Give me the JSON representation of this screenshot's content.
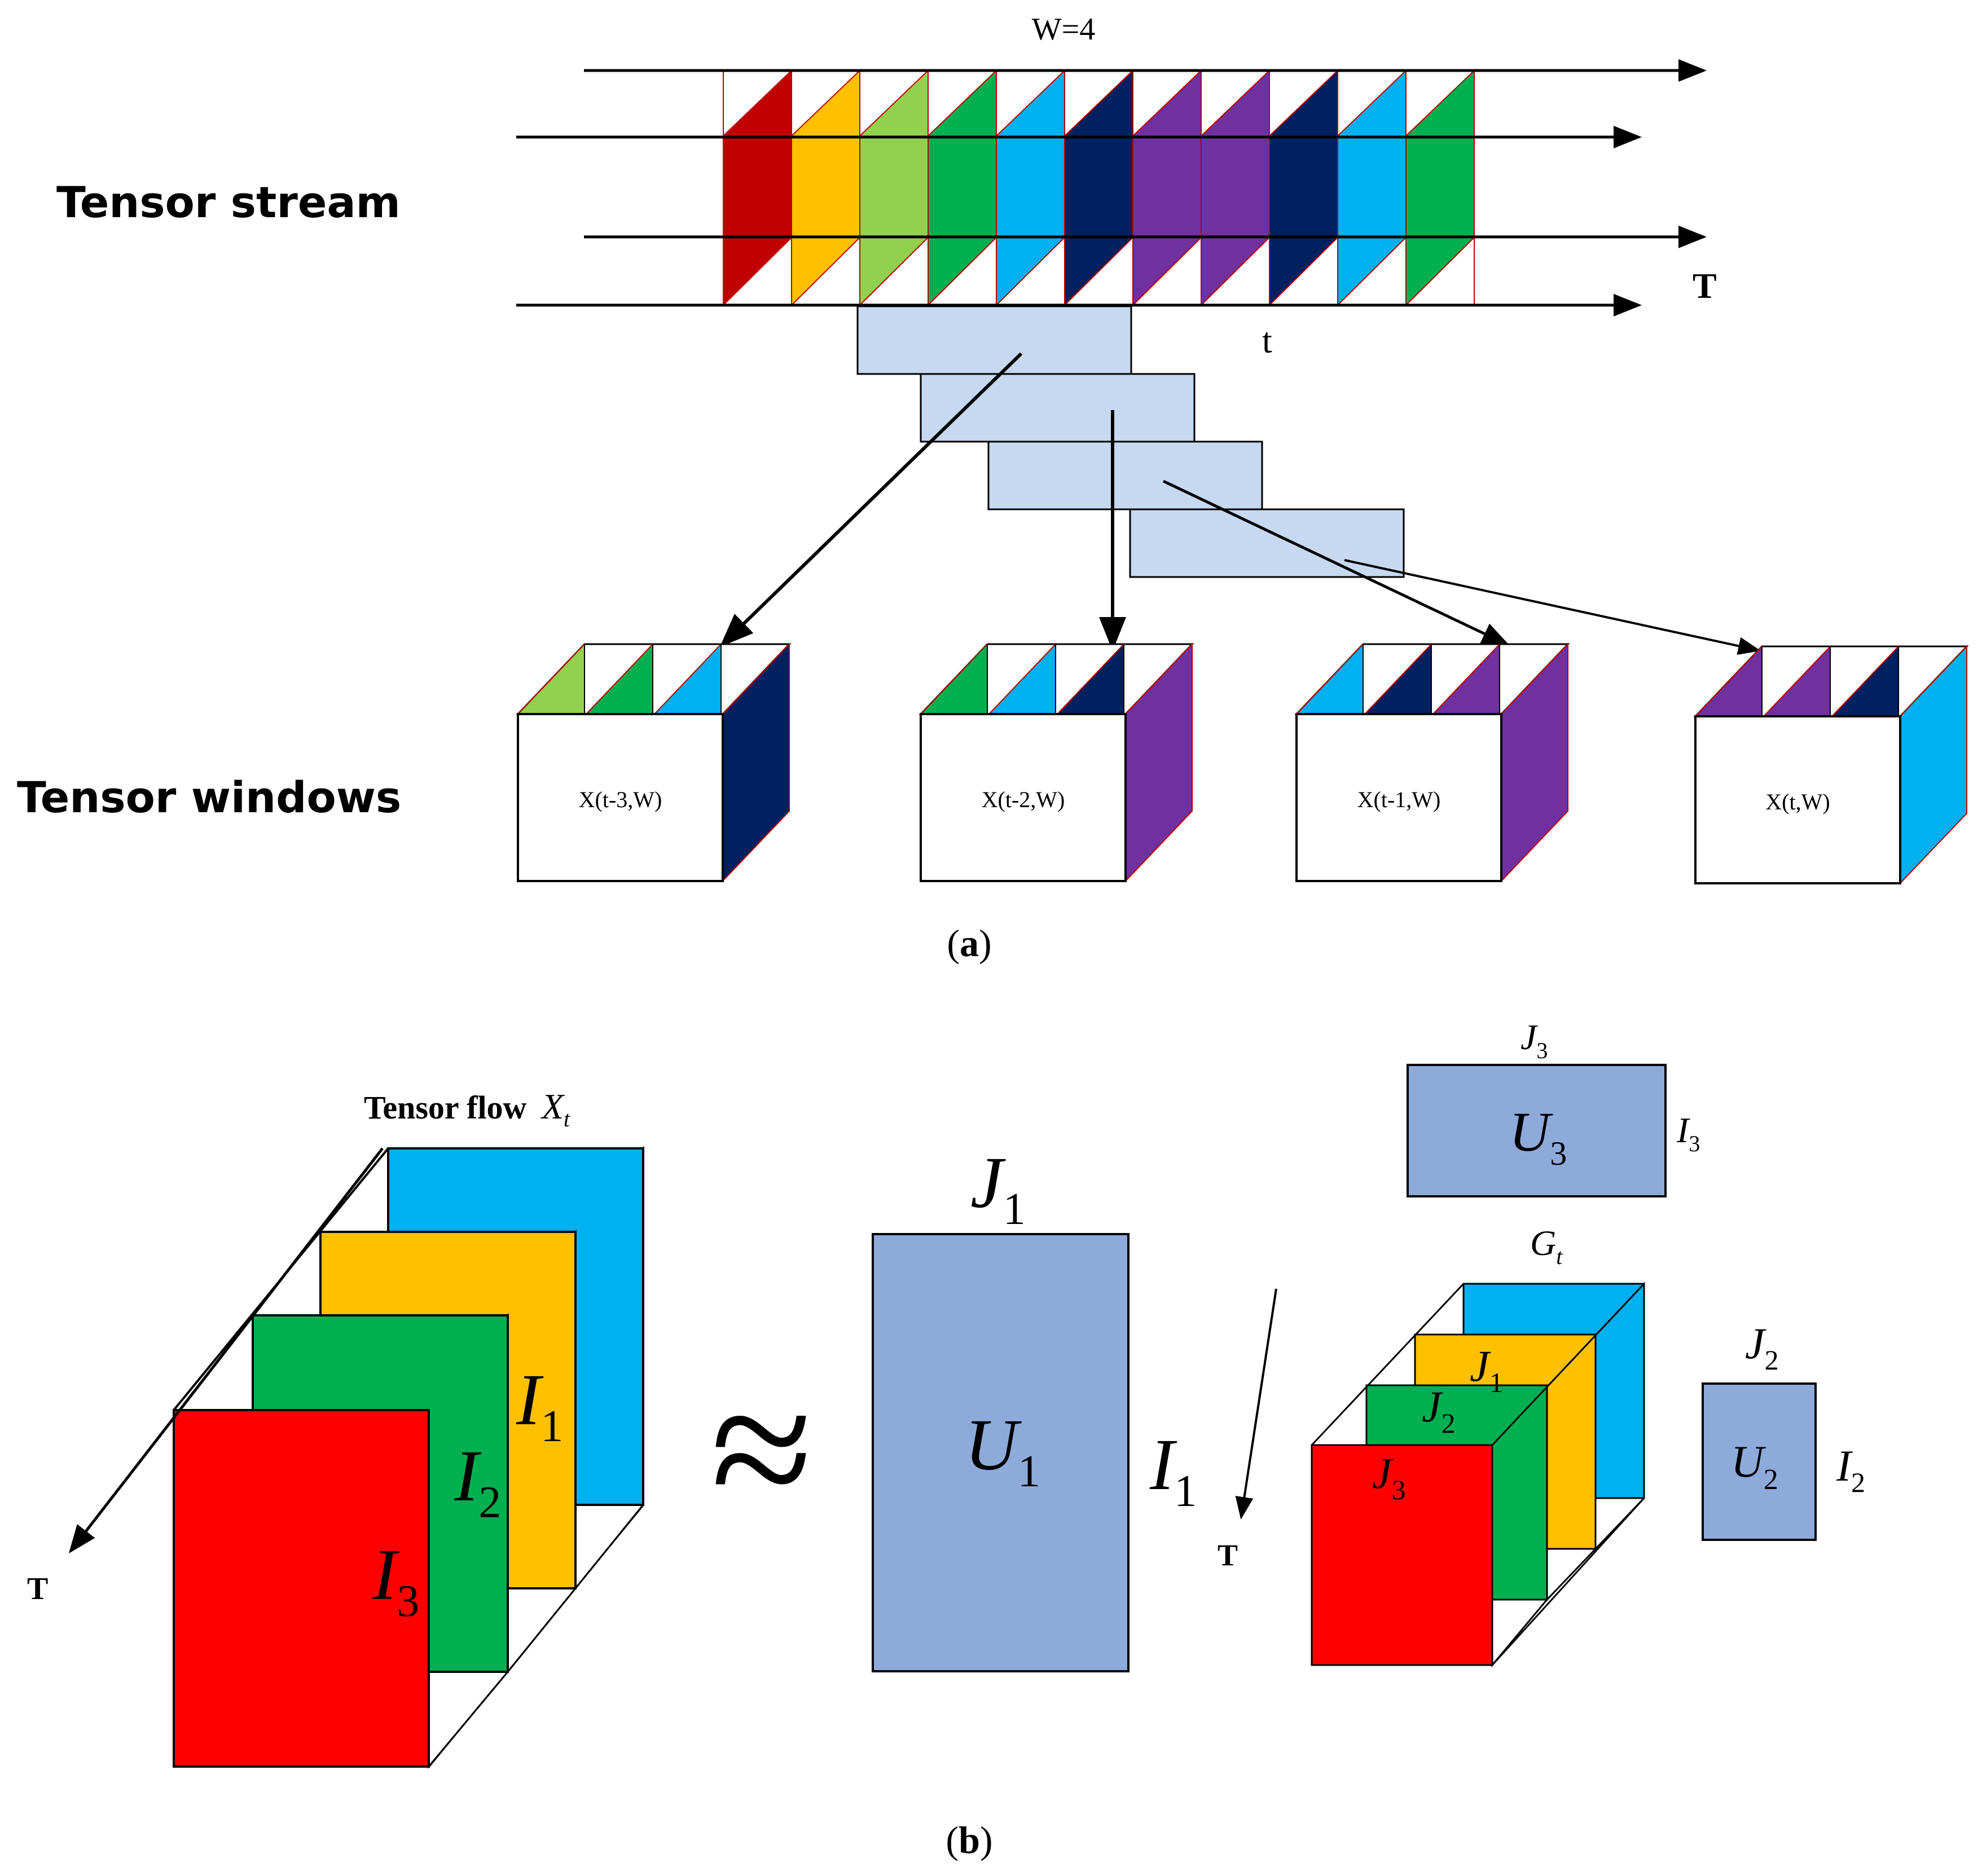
{
  "colors": {
    "red_dark": "#c00000",
    "orange": "#ffc000",
    "light_green": "#92d050",
    "green": "#00b050",
    "sky_blue": "#00b0f0",
    "navy": "#002060",
    "purple": "#7030a0",
    "window_band": "#c6d9f1",
    "red": "#ff0000",
    "factor_blue": "#8eaadb",
    "stroke": "#000000"
  },
  "panel_a": {
    "window_size_label": "W=4",
    "stream_label": "Tensor stream",
    "windows_label": "Tensor windows",
    "time_axis_label": "T",
    "current_time_label": "t",
    "slice_colors": [
      "red_dark",
      "orange",
      "light_green",
      "green",
      "sky_blue",
      "navy",
      "purple",
      "purple",
      "navy",
      "sky_blue",
      "green"
    ],
    "windows": [
      {
        "label": "X(t-3,W)",
        "top_colors": [
          "light_green",
          "green",
          "sky_blue"
        ],
        "side_color": "navy"
      },
      {
        "label": "X(t-2,W)",
        "top_colors": [
          "green",
          "sky_blue",
          "navy"
        ],
        "side_color": "purple"
      },
      {
        "label": "X(t-1,W)",
        "top_colors": [
          "sky_blue",
          "navy",
          "purple"
        ],
        "side_color": "purple"
      },
      {
        "label": "X(t,W)",
        "top_colors": [
          "purple",
          "purple",
          "navy"
        ],
        "side_color": "sky_blue"
      }
    ],
    "caption": {
      "open": "(",
      "letter": "a",
      "close": ")"
    }
  },
  "panel_b": {
    "tensor_flow_label": "Tensor flow",
    "tensor_flow_symbol": {
      "base": "X",
      "sub": "t"
    },
    "time_axis_label": "T",
    "flow_dims": [
      {
        "base": "I",
        "sub": "1"
      },
      {
        "base": "I",
        "sub": "2"
      },
      {
        "base": "I",
        "sub": "3"
      }
    ],
    "approx_symbol": "≈",
    "u1": {
      "name": {
        "base": "U",
        "sub": "1"
      },
      "top": {
        "base": "J",
        "sub": "1"
      },
      "side": {
        "base": "I",
        "sub": "1"
      }
    },
    "u3": {
      "name": {
        "base": "U",
        "sub": "3"
      },
      "top": {
        "base": "J",
        "sub": "3"
      },
      "side": {
        "base": "I",
        "sub": "3"
      }
    },
    "core": {
      "name": {
        "base": "G",
        "sub": "t"
      },
      "time_axis_label": "T",
      "dims": [
        {
          "base": "J",
          "sub": "1"
        },
        {
          "base": "J",
          "sub": "2"
        },
        {
          "base": "J",
          "sub": "3"
        }
      ]
    },
    "u2": {
      "name": {
        "base": "U",
        "sub": "2"
      },
      "top": {
        "base": "J",
        "sub": "2"
      },
      "side": {
        "base": "I",
        "sub": "2"
      }
    },
    "caption": {
      "open": "(",
      "letter": "b",
      "close": ")"
    }
  }
}
